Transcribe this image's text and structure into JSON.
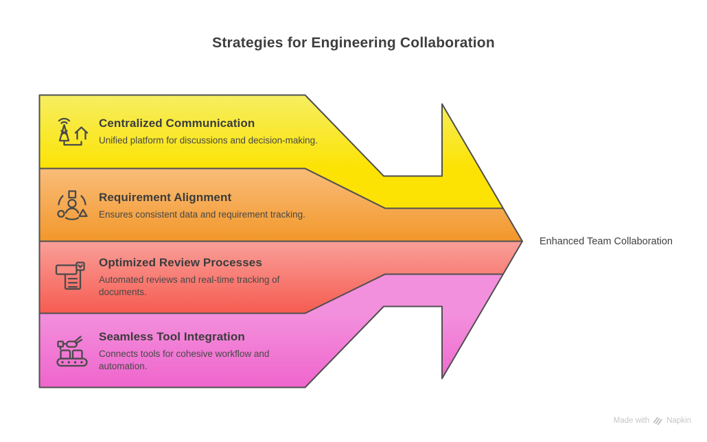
{
  "title": "Strategies for Engineering Collaboration",
  "outcome_label": "Enhanced Team Collaboration",
  "watermark": {
    "prefix": "Made with",
    "brand": "Napkin",
    "logo_icon": "napkin-logo-icon",
    "text_color": "#C6C6C6"
  },
  "colors": {
    "background": "#FFFFFF",
    "outline": "#4F4F4F",
    "heading_text": "#3E3E3E",
    "body_text": "#474747"
  },
  "bands": [
    {
      "title": "Centralized Communication",
      "description": "Unified platform for discussions and decision-making.",
      "icon": "broadcast-tower-home-icon",
      "gradient_top": "#F6EE62",
      "gradient_bottom": "#FCE303"
    },
    {
      "title": "Requirement Alignment",
      "description": "Ensures consistent data and requirement tracking.",
      "icon": "person-shapes-icon",
      "gradient_top": "#F9BC79",
      "gradient_bottom": "#F2982B"
    },
    {
      "title": "Optimized Review Processes",
      "description": "Automated reviews and real-time tracking of documents.",
      "icon": "document-review-icon",
      "gradient_top": "#F99F99",
      "gradient_bottom": "#F65C51"
    },
    {
      "title": "Seamless Tool Integration",
      "description": "Connects tools for cohesive workflow and automation.",
      "icon": "robot-conveyor-icon",
      "gradient_top": "#F390DD",
      "gradient_bottom": "#EF65CC"
    }
  ]
}
